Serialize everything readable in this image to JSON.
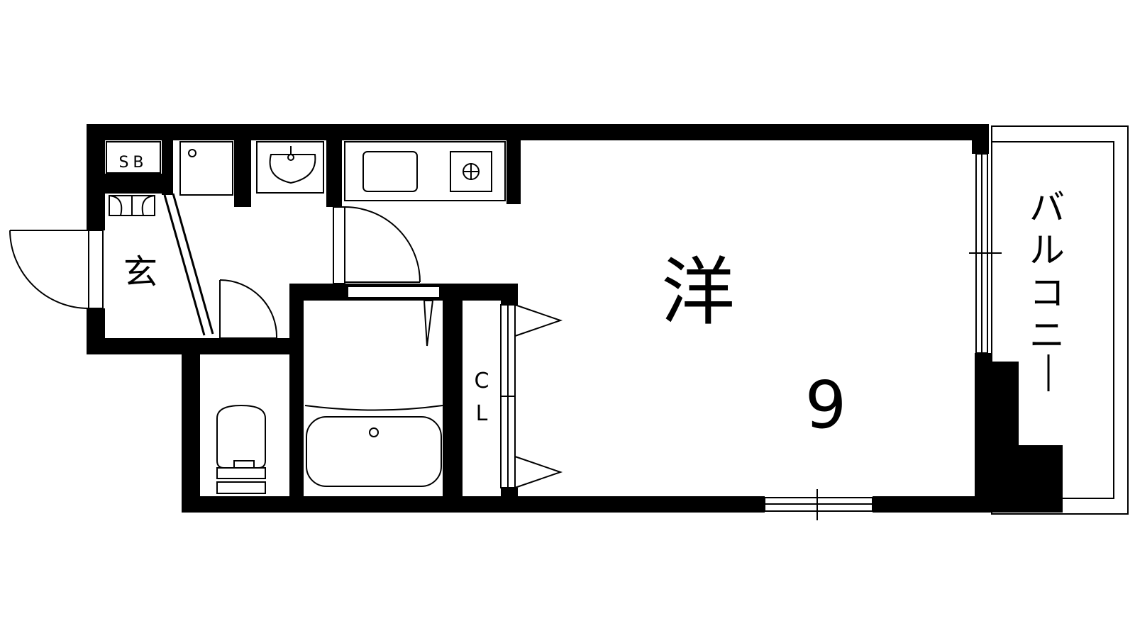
{
  "rooms": {
    "shoe_box": "SB",
    "entrance": "玄",
    "western_room": "洋",
    "western_room_size": "9",
    "closet_line1": "C",
    "closet_line2": "L",
    "balcony": [
      "バ",
      "ル",
      "コ",
      "ニ",
      "ー"
    ]
  },
  "colors": {
    "wall": "#000000",
    "background": "#ffffff"
  }
}
